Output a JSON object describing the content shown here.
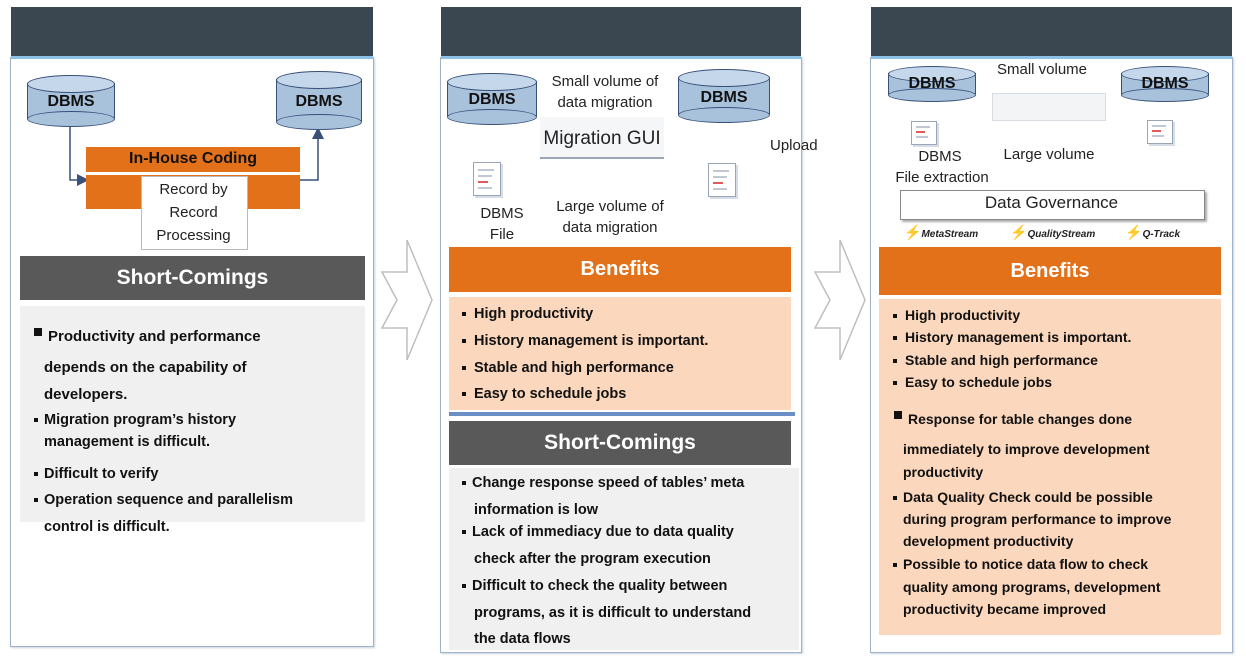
{
  "colors": {
    "header": "#3a4650",
    "orange": "#e3711a",
    "gray": "#595959",
    "peach": "#fbd7bd",
    "light_gray": "#f0f0f0",
    "db_fill": "#a9c2dc",
    "arrow": "#39507a"
  },
  "panel1": {
    "db_left": "DBMS",
    "db_right": "DBMS",
    "inhouse": "In-House Coding",
    "record": [
      "Record by",
      "Record",
      "Processing"
    ],
    "shortcomings_title": "Short-Comings",
    "items": [
      {
        "style": "big",
        "lines": [
          "Productivity and performance",
          "depends on the capability of",
          "developers."
        ]
      },
      {
        "style": "small",
        "lines": [
          "Migration program’s history",
          "management is difficult."
        ]
      },
      {
        "style": "small",
        "lines": [
          "Difficult to verify"
        ]
      },
      {
        "style": "small",
        "lines": [
          "Operation sequence and parallelism",
          "control is difficult."
        ]
      }
    ]
  },
  "panel2": {
    "db_left": "DBMS",
    "db_right": "DBMS",
    "small_volume": [
      "Small volume of",
      "data migration"
    ],
    "migration_gui": "Migration GUI",
    "upload": "Upload",
    "dbms_file": [
      "DBMS",
      "File"
    ],
    "large_volume": [
      "Large volume of",
      "data migration"
    ],
    "benefits_title": "Benefits",
    "benefits": [
      "High productivity",
      "History management is important.",
      "Stable and high performance",
      "Easy to schedule jobs"
    ],
    "shortcomings_title": "Short-Comings",
    "shortcomings": [
      [
        "Change response speed of tables’ meta",
        "information is low"
      ],
      [
        "Lack of immediacy due to data quality",
        "check after the program execution"
      ],
      [
        "Difficult to check the quality between",
        "programs, as it is difficult to understand",
        "the data flows"
      ]
    ]
  },
  "panel3": {
    "db_left": "DBMS",
    "db_right": "DBMS",
    "small_volume": "Small volume",
    "dbms_file": [
      "DBMS",
      "File extraction"
    ],
    "large_volume": "Large volume",
    "data_governance": "Data Governance",
    "logos": [
      "MetaStream",
      "QualityStream",
      "Q-Track"
    ],
    "benefits_title": "Benefits",
    "benefits": [
      "High productivity",
      "History management is important.",
      "Stable and high performance",
      "Easy to schedule jobs"
    ],
    "extra": [
      {
        "style": "big",
        "lines": [
          "Response for table changes done",
          "immediately to improve development",
          "productivity"
        ]
      },
      {
        "style": "small",
        "lines": [
          "Data Quality Check could be possible",
          "during program performance to improve",
          "development productivity"
        ]
      },
      {
        "style": "small",
        "lines": [
          "Possible to notice data flow to check",
          "quality among programs, development",
          "productivity became improved"
        ]
      }
    ]
  }
}
